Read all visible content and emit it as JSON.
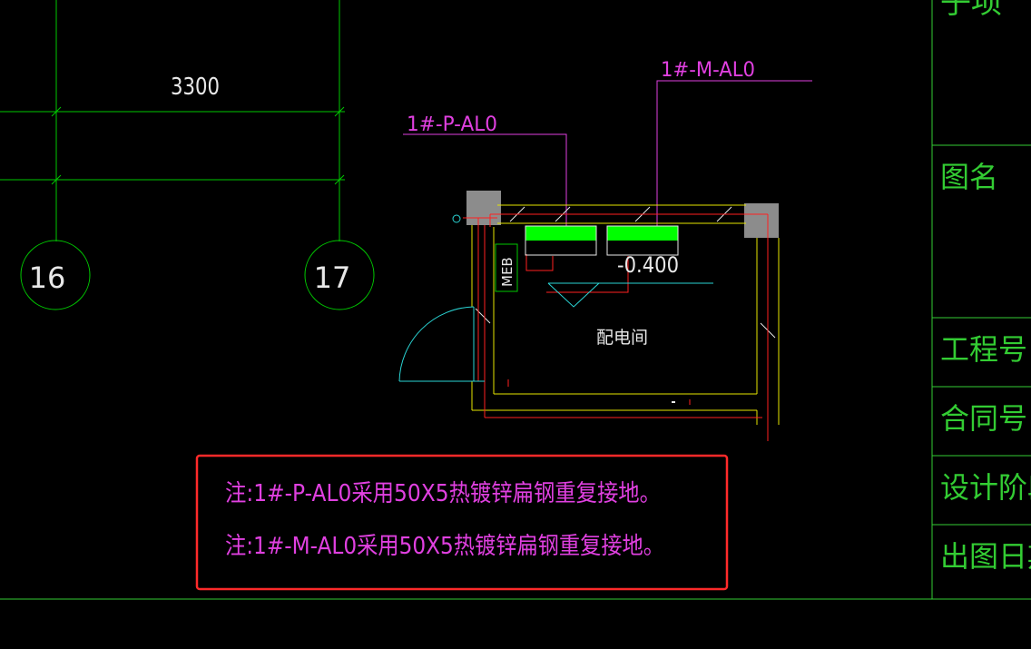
{
  "colors": {
    "background": "#000000",
    "grid": "#00c800",
    "title_block": "#33cc33",
    "magenta": "#e040e0",
    "yellow": "#e6e600",
    "red": "#ff2020",
    "cyan": "#2ad4d4",
    "green_fill": "#00ff00",
    "gray": "#8c8c8c",
    "white": "#e8e8e8",
    "highlight": "#ff2a2a"
  },
  "drawing": {
    "dimension": "3300",
    "axes": [
      "16",
      "17"
    ],
    "leaders": {
      "p": "1#-P-AL0",
      "m": "1#-M-AL0"
    },
    "room": {
      "name": "配电间",
      "elevation": "-0.400",
      "meb": "MEB"
    }
  },
  "notes": [
    "注:1#-P-AL0采用50X5热镀锌扁钢重复接地。",
    "注:1#-M-AL0采用50X5热镀锌扁钢重复接地。"
  ],
  "title_block": {
    "top_fragment": "子项",
    "rows": [
      "图名",
      "工程号",
      "合同号",
      "设计阶段",
      "出图日期"
    ]
  }
}
